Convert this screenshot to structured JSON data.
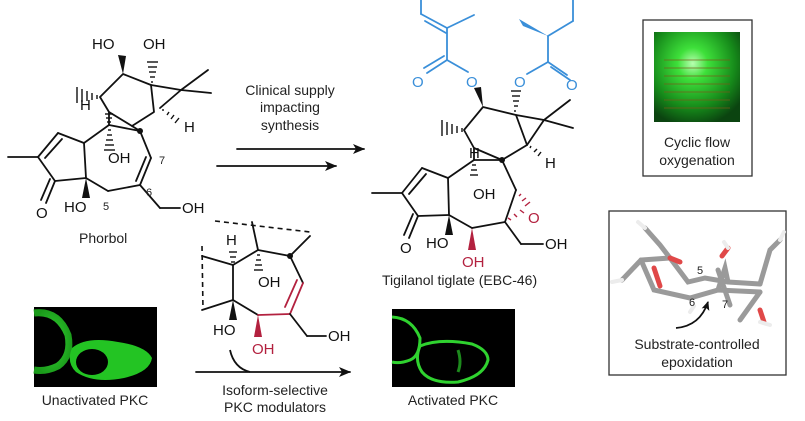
{
  "colors": {
    "bond": "#111111",
    "ester_highlight": "#3a8fd9",
    "oxidation_highlight": "#b3213f",
    "fluorescence": "#2fe02f",
    "photo_background": "#000000",
    "oxygen_stick": "#e04848",
    "carbon_stick": "#9a9a9a"
  },
  "phorbol": {
    "name": "Phorbol",
    "labels": {
      "ho_top": "HO",
      "oh_top": "OH",
      "h_left": "H",
      "h_right": "H",
      "oh_mid": "OH",
      "o_ketone": "O",
      "ho_bottom": "HO",
      "oh_ch2": "OH"
    },
    "locants": {
      "c5": "5",
      "c6": "6",
      "c7": "7"
    }
  },
  "reaction_arrow": {
    "label_lines": [
      "Clinical supply",
      "impacting",
      "synthesis"
    ]
  },
  "tigilanol": {
    "name": "Tigilanol tiglate (EBC-46)",
    "labels": {
      "o_ester_left": "O",
      "o_carbonyl_left": "O",
      "o_ester_right": "O",
      "o_carbonyl_right": "O",
      "h_left": "H",
      "h_right": "H",
      "oh_mid": "OH",
      "o_epoxide": "O",
      "o_ketone": "O",
      "ho_bottom": "HO",
      "oh_red": "OH",
      "oh_ch2": "OH"
    }
  },
  "flow_panel": {
    "image_icon": "flow-reactor-photo",
    "caption_lines": [
      "Cyclic flow",
      "oxygenation"
    ]
  },
  "epoxidation_panel": {
    "image_icon": "3d-stick-model",
    "locants": {
      "c5": "5",
      "c6": "6",
      "c7": "7"
    },
    "caption_lines": [
      "Substrate-controlled",
      "epoxidation"
    ]
  },
  "pkc": {
    "unactivated_label": "Unactivated PKC",
    "activated_label": "Activated PKC",
    "modulator": {
      "labels": {
        "h": "H",
        "oh_mid": "OH",
        "ho": "HO",
        "oh_red": "OH",
        "oh_ch2": "OH"
      },
      "arrow_label_lines": [
        "Isoform-selective",
        "PKC modulators"
      ]
    }
  }
}
